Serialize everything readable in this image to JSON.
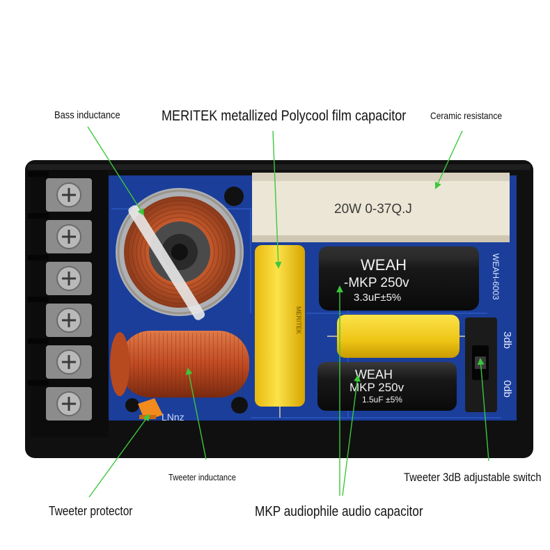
{
  "callouts": {
    "bass_inductance": "Bass inductance",
    "meritek_capacitor": "MERITEK metallized Polycool film capacitor",
    "ceramic_resistance": "Ceramic resistance",
    "tweeter_inductance": "Tweeter inductance",
    "tweeter_protector": "Tweeter protector",
    "mkp_capacitor": "MKP audiophile audio capacitor",
    "tweeter_switch": "Tweeter 3dB adjustable switch"
  },
  "component_labels": {
    "resistor": "20W 0-37Q.J",
    "cap_top_brand": "WEAH",
    "cap_top_type": "-MKP 250v",
    "cap_top_value": "3.3uF±5%",
    "cap_bottom_brand": "WEAH",
    "cap_bottom_type": "MKP 250v",
    "cap_bottom_value": "1.5uF ±5%",
    "yellow_cap_text": "MERITEK",
    "board_model": "WEAH-6003",
    "switch_label_3db": "3db",
    "switch_label_0db": "0db",
    "board_silk": "LNnz"
  },
  "colors": {
    "arrow": "#3cc83c",
    "board": "#1a3e9a",
    "housing": "#101010",
    "copper": "#c55a2c",
    "yellow_cap": "#f2cf1c",
    "black_cap": "#1a1a1a",
    "resistor": "#ece6d6"
  }
}
